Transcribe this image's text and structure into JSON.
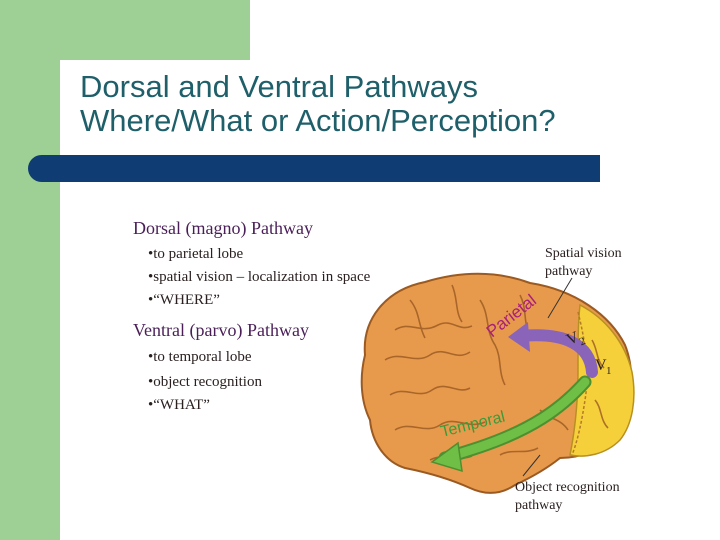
{
  "slide": {
    "title_line1": "Dorsal and Ventral Pathways",
    "title_line2": "Where/What or Action/Perception?"
  },
  "figure": {
    "dorsal_heading": "Dorsal (magno) Pathway",
    "dorsal_bullets": [
      "•to parietal lobe",
      "•spatial vision – localization in space",
      "•“WHERE”"
    ],
    "ventral_heading": "Ventral (parvo) Pathway",
    "ventral_bullets": [
      "•to temporal lobe",
      "•object recognition",
      "•“WHAT”"
    ],
    "spatial_label": [
      "Spatial vision",
      "pathway"
    ],
    "object_label": [
      "Object recognition",
      "pathway"
    ],
    "parietal_label": "Parietal",
    "temporal_label": "Temporal",
    "v1_label": "V",
    "v1_sub": "1",
    "v2_label": "V",
    "v2_sub": "2"
  },
  "colors": {
    "accent_green": "#9ecf94",
    "title_color": "#1f5f6a",
    "bar_navy": "#0f3d73",
    "brain_orange": "#e89a4c",
    "occipital_yellow": "#f5d03a",
    "dorsal_arrow_purple": "#8a64b8",
    "ventral_arrow_green": "#6fbe46",
    "parietal_text_magenta": "#a8207a",
    "temporal_text_green": "#3b9a3a",
    "heading_purple": "#4a1f58"
  }
}
